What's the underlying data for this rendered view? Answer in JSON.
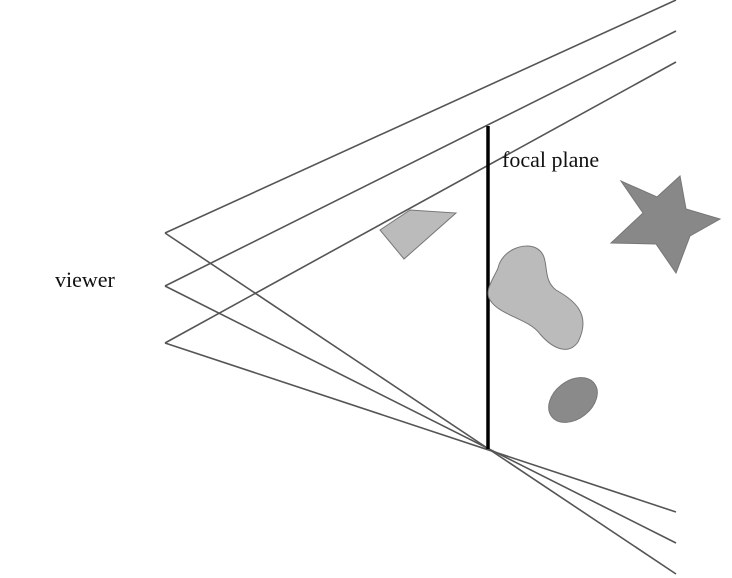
{
  "labels": {
    "viewer": "viewer",
    "focal_plane": "focal plane"
  },
  "colors": {
    "ray": "#555555",
    "focal_plane": "#000000",
    "shape_light_fill": "#bbbbbb",
    "shape_dark_fill": "#888888",
    "shape_outline": "#777777"
  },
  "shapes": {
    "quadrilateral": "light-gray-quadrilateral",
    "blob": "light-gray-blob",
    "ellipse": "dark-gray-ellipse",
    "star": "dark-gray-star"
  }
}
